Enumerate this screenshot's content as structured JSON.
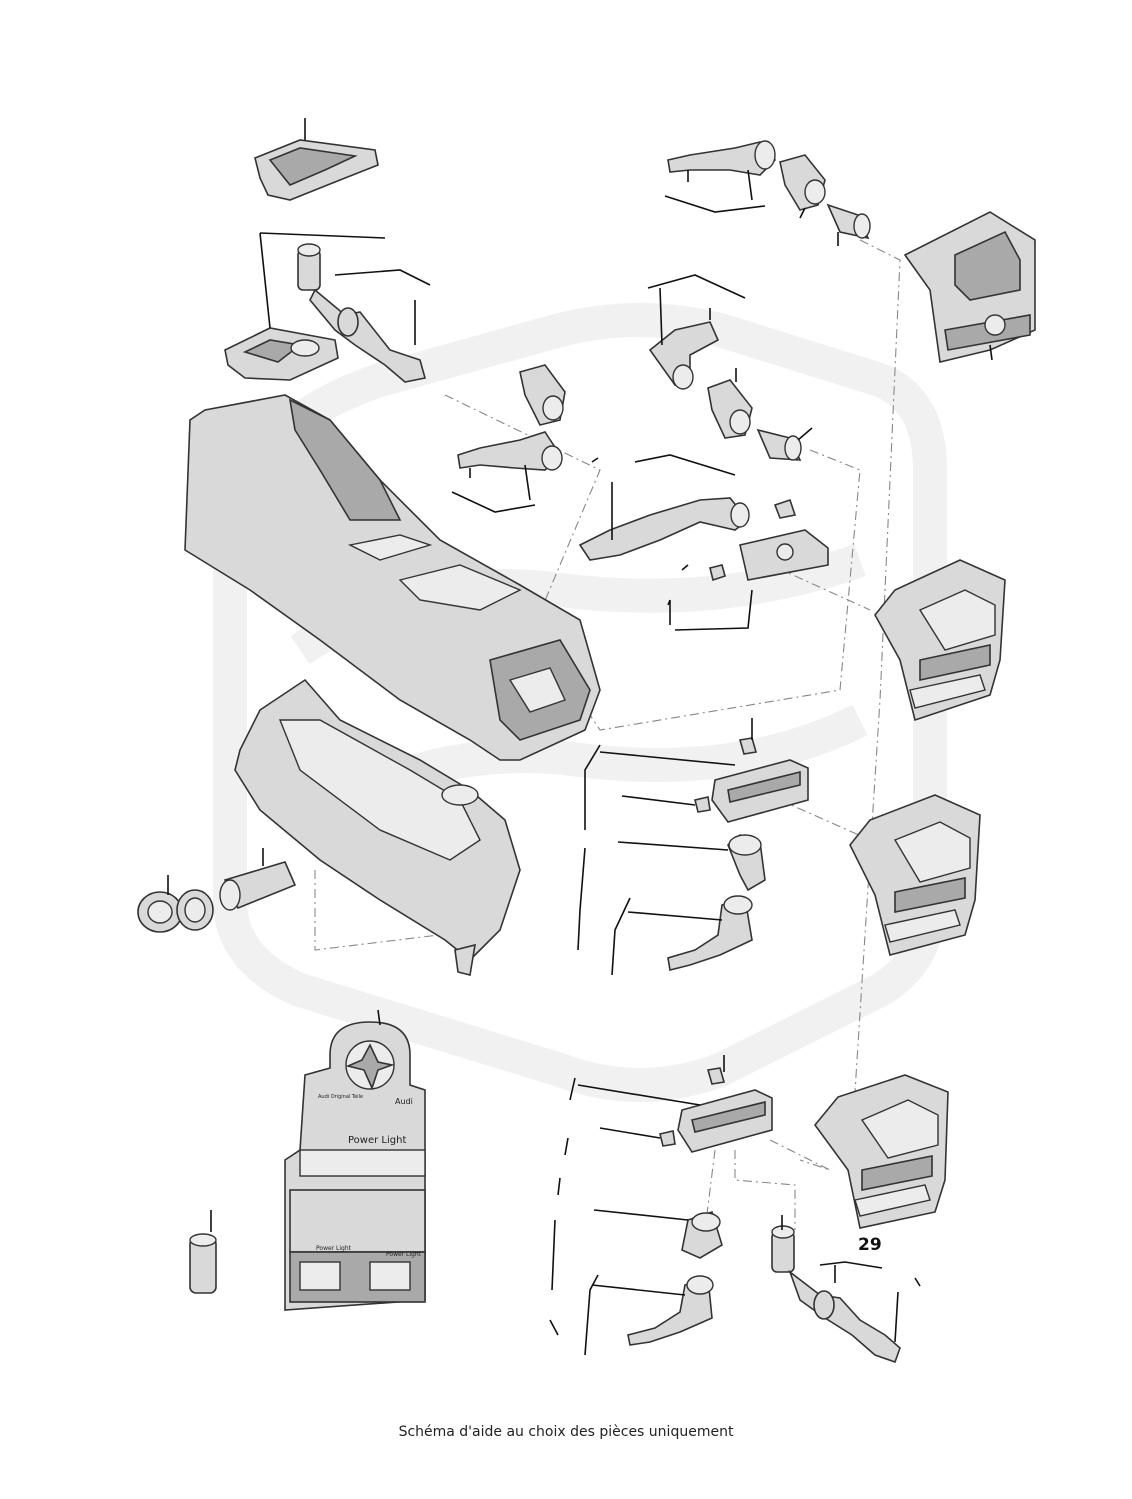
{
  "diagram": {
    "callout_number": "29",
    "box": {
      "brand_small": "Audi Original Teile",
      "brand": "Audi",
      "product": "Power Light"
    }
  },
  "caption": "Schéma d'aide au choix des pièces uniquement"
}
